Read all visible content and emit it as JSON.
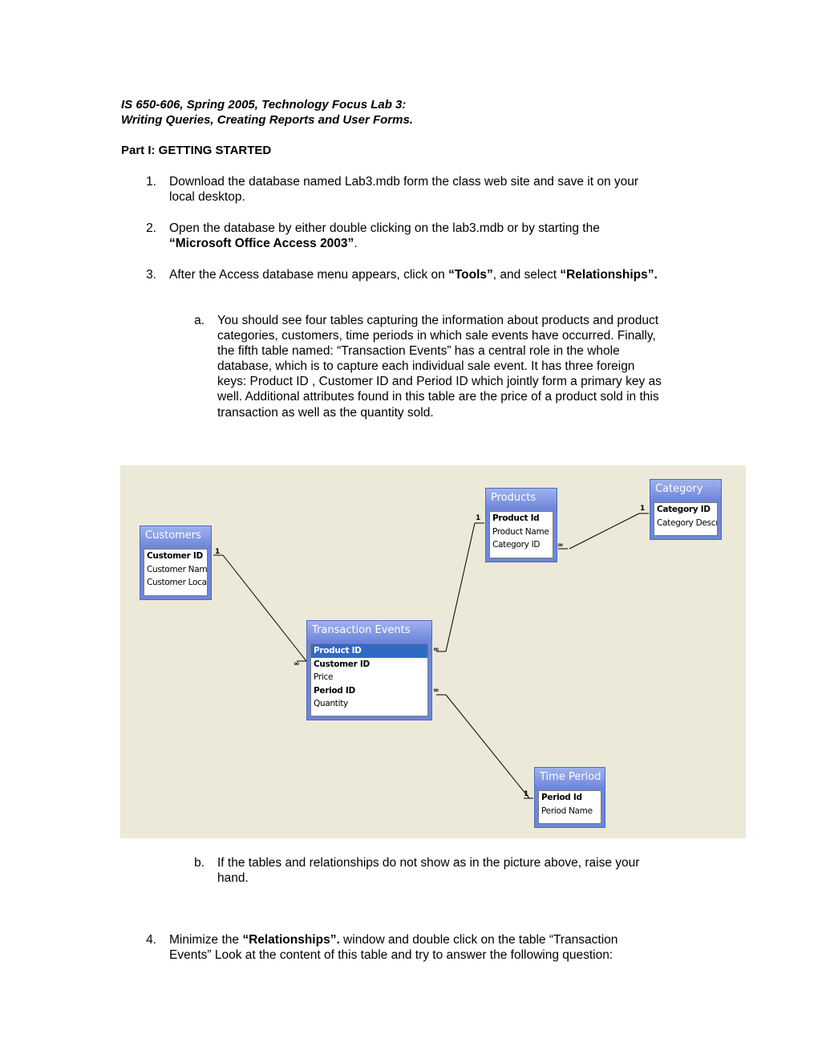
{
  "doc": {
    "title_line1": "IS 650-606, Spring 2005, Technology Focus Lab 3:",
    "title_line2": "Writing Queries, Creating Reports and User Forms.",
    "part_heading": "Part I: GETTING STARTED",
    "step1": {
      "num": "1.",
      "line1": "Download the database named Lab3.mdb form the class web site and save it on your",
      "line2": "local desktop."
    },
    "step2": {
      "num": "2.",
      "line1": "Open the database by either double clicking on the lab3.mdb or by starting the",
      "bold": "“Microsoft Office Access 2003”",
      "tail": "."
    },
    "step3": {
      "num": "3.",
      "pre": "After the Access database menu appears, click on ",
      "bold1": "“Tools”",
      "mid": ", and select ",
      "bold2": "“Relationships”."
    },
    "sub_a": {
      "letter": "a.",
      "lines": [
        "You should see four tables capturing the information about products and product",
        "categories, customers, time periods in which sale events have occurred. Finally,",
        "the fifth table named: “Transaction Events” has a central role in the whole",
        "database, which is to capture each individual sale event. It has three foreign",
        "keys: Product ID , Customer ID and Period ID which jointly form a primary key as",
        "well. Additional attributes found in this table are the price of a product sold in this",
        "transaction as well as the quantity sold."
      ]
    },
    "sub_b": {
      "letter": "b.",
      "line1": "If the tables and relationships do not show as in the picture above, raise your",
      "line2": "hand."
    },
    "step4": {
      "num": "4.",
      "pre": "Minimize the ",
      "bold": "“Relationships”.",
      "rest": " window and double click on the table “Transaction",
      "line2": "Events” Look at the content of this table and try to answer the following question:"
    }
  },
  "diagram": {
    "tables": {
      "customers": {
        "title": "Customers",
        "fields": [
          "Customer ID",
          "Customer Name",
          "Customer Locatio"
        ]
      },
      "products": {
        "title": "Products",
        "fields": [
          "Product Id",
          "Product Name",
          "Category ID"
        ]
      },
      "category": {
        "title": "Category",
        "fields": [
          "Category ID",
          "Category Descrip"
        ]
      },
      "transaction_events": {
        "title": "Transaction Events",
        "fields": [
          "Product ID",
          "Customer ID",
          "Price",
          "Period ID",
          "Quantity"
        ]
      },
      "time_period": {
        "title": "Time Period",
        "fields": [
          "Period Id",
          "Period Name"
        ]
      }
    },
    "cardinality": {
      "one": "1",
      "many": "∞"
    },
    "colors": {
      "background": "#ece9d8",
      "table_frame": "#6e87d8",
      "selection": "#316ac5"
    }
  }
}
